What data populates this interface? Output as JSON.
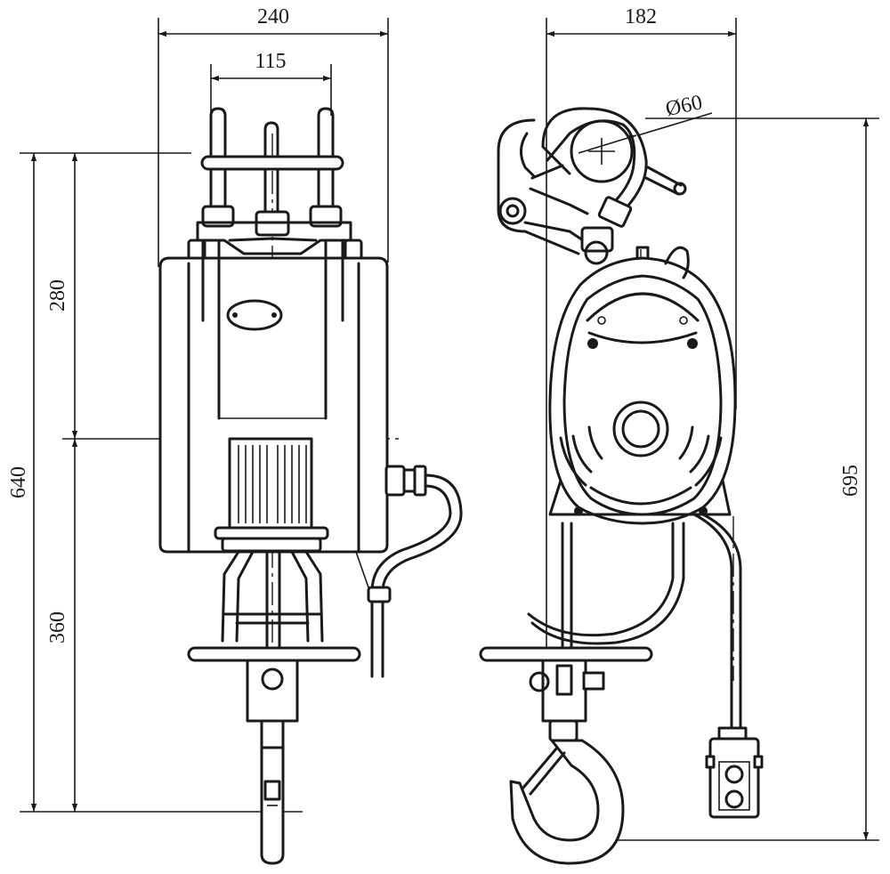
{
  "dimensions": {
    "front_width": "240",
    "hanger_spacing": "115",
    "upper_height": "280",
    "total_height_front": "640",
    "lower_height": "360",
    "side_depth": "182",
    "pulley_diameter": "Ø60",
    "total_height_side": "695"
  },
  "colors": {
    "line": "#1a1a1a",
    "background": "#ffffff"
  }
}
